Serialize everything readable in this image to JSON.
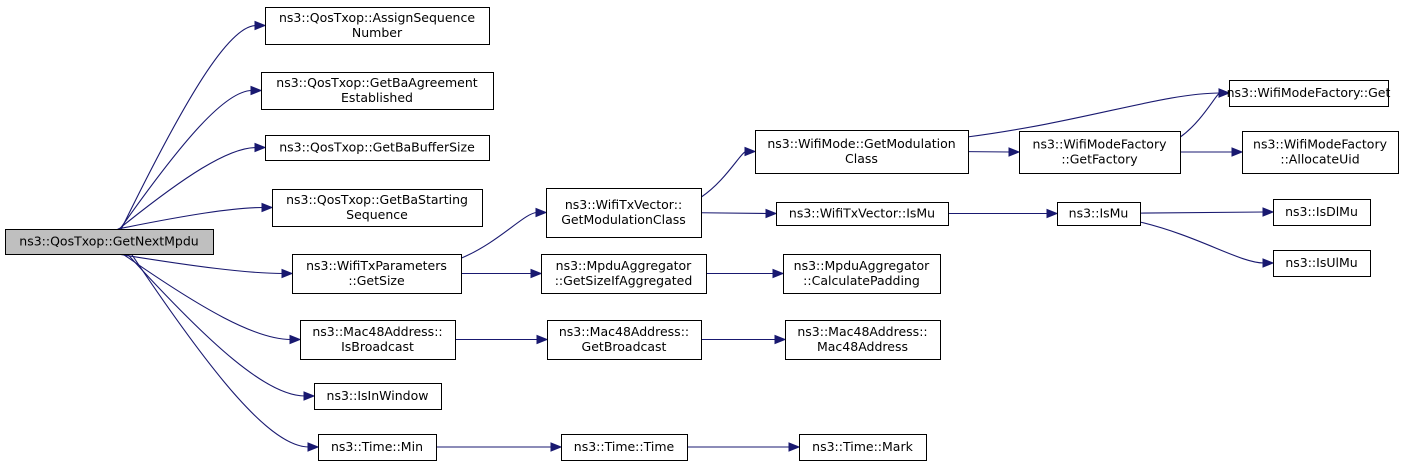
{
  "diagram": {
    "nodes": [
      {
        "id": "root",
        "lines": [
          "ns3::QosTxop::GetNextMpdu"
        ],
        "root": true
      },
      {
        "id": "assignSeq",
        "lines": [
          "ns3::QosTxop::AssignSequence",
          "Number"
        ]
      },
      {
        "id": "getBaAgree",
        "lines": [
          "ns3::QosTxop::GetBaAgreement",
          "Established"
        ]
      },
      {
        "id": "getBaBuf",
        "lines": [
          "ns3::QosTxop::GetBaBufferSize"
        ]
      },
      {
        "id": "getBaStart",
        "lines": [
          "ns3::QosTxop::GetBaStarting",
          "Sequence"
        ]
      },
      {
        "id": "txParamsSize",
        "lines": [
          "ns3::WifiTxParameters",
          "::GetSize"
        ]
      },
      {
        "id": "macIsBcast",
        "lines": [
          "ns3::Mac48Address::",
          "IsBroadcast"
        ]
      },
      {
        "id": "isInWindow",
        "lines": [
          "ns3::IsInWindow"
        ]
      },
      {
        "id": "timeMin",
        "lines": [
          "ns3::Time::Min"
        ]
      },
      {
        "id": "txVecGetMod",
        "lines": [
          "ns3::WifiTxVector::",
          "GetModulationClass"
        ]
      },
      {
        "id": "mpduAggGetSize",
        "lines": [
          "ns3::MpduAggregator",
          "::GetSizeIfAggregated"
        ]
      },
      {
        "id": "macGetBcast",
        "lines": [
          "ns3::Mac48Address::",
          "GetBroadcast"
        ]
      },
      {
        "id": "timeTime",
        "lines": [
          "ns3::Time::Time"
        ]
      },
      {
        "id": "modeGetMod",
        "lines": [
          "ns3::WifiMode::GetModulation",
          "Class"
        ]
      },
      {
        "id": "txVecIsMu",
        "lines": [
          "ns3::WifiTxVector::IsMu"
        ]
      },
      {
        "id": "mpduAggCalcPad",
        "lines": [
          "ns3::MpduAggregator",
          "::CalculatePadding"
        ]
      },
      {
        "id": "macCtor",
        "lines": [
          "ns3::Mac48Address::",
          "Mac48Address"
        ]
      },
      {
        "id": "timeMark",
        "lines": [
          "ns3::Time::Mark"
        ]
      },
      {
        "id": "factGetFactory",
        "lines": [
          "ns3::WifiModeFactory",
          "::GetFactory"
        ]
      },
      {
        "id": "isMu",
        "lines": [
          "ns3::IsMu"
        ]
      },
      {
        "id": "factGet",
        "lines": [
          "ns3::WifiModeFactory::Get"
        ]
      },
      {
        "id": "factAllocUid",
        "lines": [
          "ns3::WifiModeFactory",
          "::AllocateUid"
        ]
      },
      {
        "id": "isDlMu",
        "lines": [
          "ns3::IsDlMu"
        ]
      },
      {
        "id": "isUlMu",
        "lines": [
          "ns3::IsUlMu"
        ]
      }
    ],
    "edges": [
      {
        "from": "root",
        "to": "assignSeq"
      },
      {
        "from": "root",
        "to": "getBaAgree"
      },
      {
        "from": "root",
        "to": "getBaBuf"
      },
      {
        "from": "root",
        "to": "getBaStart"
      },
      {
        "from": "root",
        "to": "txParamsSize"
      },
      {
        "from": "root",
        "to": "macIsBcast"
      },
      {
        "from": "root",
        "to": "isInWindow"
      },
      {
        "from": "root",
        "to": "timeMin"
      },
      {
        "from": "txParamsSize",
        "to": "txVecGetMod"
      },
      {
        "from": "txParamsSize",
        "to": "mpduAggGetSize"
      },
      {
        "from": "txVecGetMod",
        "to": "modeGetMod"
      },
      {
        "from": "txVecGetMod",
        "to": "txVecIsMu"
      },
      {
        "from": "mpduAggGetSize",
        "to": "mpduAggCalcPad"
      },
      {
        "from": "macIsBcast",
        "to": "macGetBcast"
      },
      {
        "from": "macGetBcast",
        "to": "macCtor"
      },
      {
        "from": "timeMin",
        "to": "timeTime"
      },
      {
        "from": "timeTime",
        "to": "timeMark"
      },
      {
        "from": "modeGetMod",
        "to": "factGet"
      },
      {
        "from": "modeGetMod",
        "to": "factGetFactory"
      },
      {
        "from": "factGetFactory",
        "to": "factGet"
      },
      {
        "from": "factGetFactory",
        "to": "factAllocUid"
      },
      {
        "from": "txVecIsMu",
        "to": "isMu"
      },
      {
        "from": "isMu",
        "to": "isDlMu"
      },
      {
        "from": "isMu",
        "to": "isUlMu"
      }
    ]
  }
}
